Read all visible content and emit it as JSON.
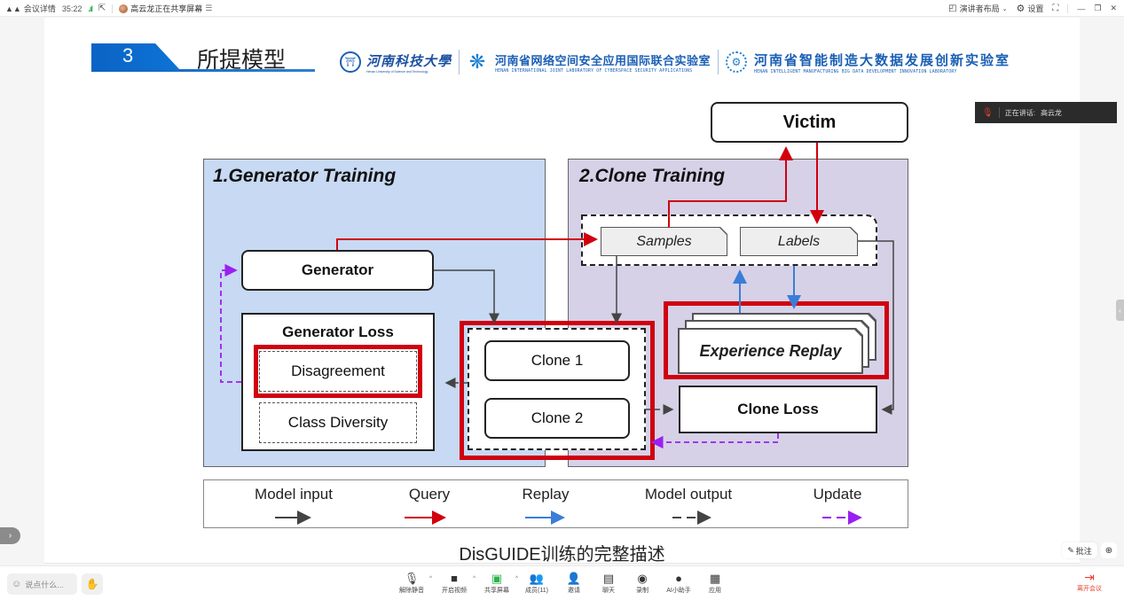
{
  "topbar": {
    "meeting_details": "会议详情",
    "timer": "35:22",
    "signal_icon": "signal-bars-icon",
    "popout_icon": "popout-icon",
    "sharing_status": "高云龙正在共享屏幕",
    "menu_icon": "list-icon",
    "presenter_layout": "演讲者布局",
    "settings": "设置"
  },
  "slide": {
    "section_number": "3",
    "section_title": "所提模型",
    "university_cn": "河南科技大學",
    "university_en": "Henan University of Science and Technology",
    "lab1_cn": "河南省网络空间安全应用国际联合实验室",
    "lab1_en": "HENAN INTERNATIONAL JOINT LABORATORY OF CYBERSPACE SECURITY APPLICATIONS",
    "lab2_cn": "河南省智能制造大数据发展创新实验室",
    "lab2_en": "HENAN INTELLIGENT MANUFACTURING BIG DATA DEVELOPMENT INNOVATION LABORATORY",
    "caption": "DisGUIDE训练的完整描述"
  },
  "diagram": {
    "victim": "Victim",
    "panel1_title": "1.Generator Training",
    "panel2_title": "2.Clone Training",
    "generator": "Generator",
    "generator_loss": "Generator Loss",
    "disagreement": "Disagreement",
    "class_diversity": "Class Diversity",
    "clone1": "Clone 1",
    "clone2": "Clone 2",
    "samples": "Samples",
    "labels": "Labels",
    "experience_replay": "Experience Replay",
    "clone_loss": "Clone Loss",
    "colors": {
      "model_input": "#444444",
      "query": "#d0000f",
      "replay": "#3b7dd8",
      "model_output": "#444444",
      "update": "#9b1ff0",
      "highlight": "#d0000f"
    },
    "legend": [
      {
        "label": "Model input",
        "style": "solid",
        "color": "#444444"
      },
      {
        "label": "Query",
        "style": "solid",
        "color": "#d0000f"
      },
      {
        "label": "Replay",
        "style": "solid",
        "color": "#3b7dd8"
      },
      {
        "label": "Model output",
        "style": "dashed",
        "color": "#444444"
      },
      {
        "label": "Update",
        "style": "dashed",
        "color": "#9b1ff0"
      }
    ]
  },
  "side": {
    "speaking_label": "正在讲话:",
    "speaker_name": "高云龙",
    "annotate": "批注"
  },
  "bottombar": {
    "chat_placeholder": "说点什么...",
    "tools": [
      {
        "label": "解除静音",
        "icon": "mic-muted-icon"
      },
      {
        "label": "开启视频",
        "icon": "camera-off-icon"
      },
      {
        "label": "共享屏幕",
        "icon": "share-screen-icon"
      },
      {
        "label": "成员(11)",
        "icon": "members-icon"
      },
      {
        "label": "邀请",
        "icon": "invite-icon"
      },
      {
        "label": "聊天",
        "icon": "chat-icon"
      },
      {
        "label": "录制",
        "icon": "record-icon"
      },
      {
        "label": "AI小助手",
        "icon": "ai-assistant-icon"
      },
      {
        "label": "应用",
        "icon": "apps-icon"
      }
    ],
    "leave": "离开会议"
  }
}
